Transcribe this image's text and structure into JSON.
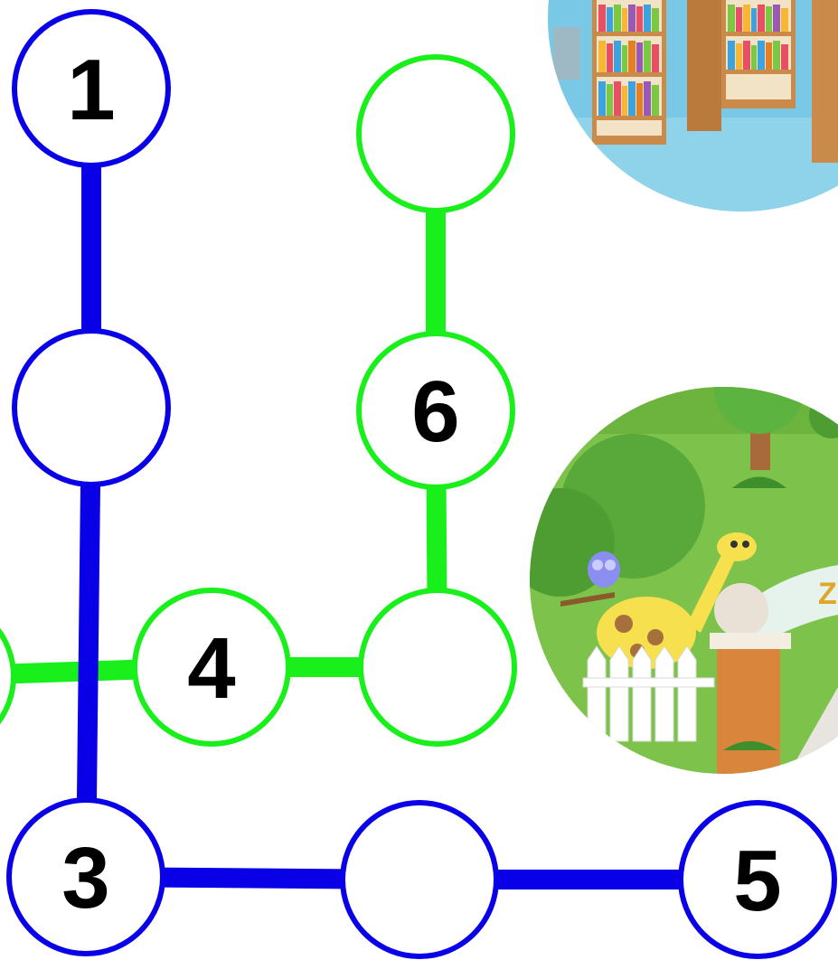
{
  "colors": {
    "blue_path": "#0a00e8",
    "green_path": "#19f01b",
    "node_fill": "#ffffff",
    "label": "#000000"
  },
  "paths": {
    "blue": {
      "nodes": [
        {
          "id": "b1",
          "label": "1"
        },
        {
          "id": "b2",
          "label": ""
        },
        {
          "id": "b3",
          "label": "3"
        },
        {
          "id": "b4",
          "label": ""
        },
        {
          "id": "b5",
          "label": "5"
        }
      ]
    },
    "green": {
      "nodes": [
        {
          "id": "g0",
          "label": ""
        },
        {
          "id": "g1",
          "label": "4"
        },
        {
          "id": "g2",
          "label": ""
        },
        {
          "id": "g3",
          "label": "6"
        },
        {
          "id": "g4",
          "label": ""
        }
      ]
    }
  },
  "scenes": [
    {
      "id": "library",
      "icon": "library-scene-icon"
    },
    {
      "id": "zoo",
      "icon": "zoo-scene-icon"
    }
  ]
}
